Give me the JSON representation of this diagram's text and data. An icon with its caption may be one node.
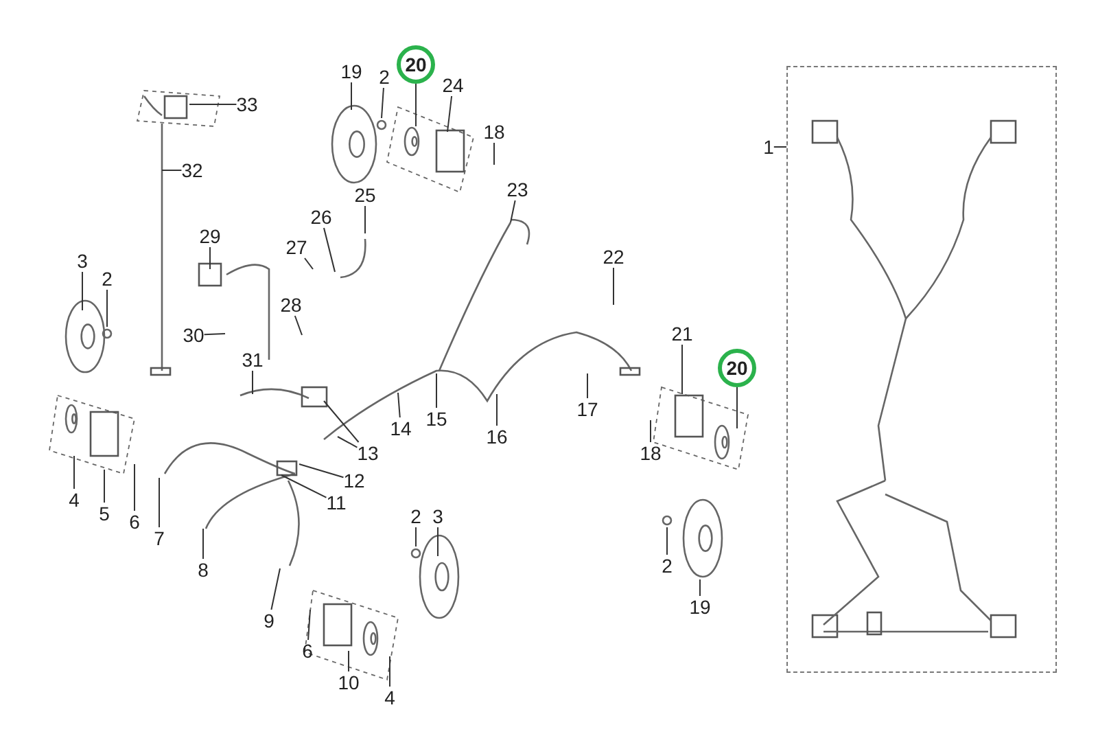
{
  "diagram": {
    "nodes": [
      {
        "text": [
          "33"
        ]
      },
      {
        "text": [
          "32"
        ]
      },
      {
        "text": [
          "19"
        ]
      },
      {
        "text": [
          "2"
        ]
      },
      {
        "text": [
          "20"
        ]
      },
      {
        "text": [
          "24"
        ]
      },
      {
        "text": [
          "18"
        ]
      },
      {
        "text": [
          "23"
        ]
      },
      {
        "text": [
          "25"
        ]
      },
      {
        "text": [
          "26"
        ]
      },
      {
        "text": [
          "27"
        ]
      },
      {
        "text": [
          "29"
        ]
      },
      {
        "text": [
          "3"
        ]
      },
      {
        "text": [
          "2"
        ]
      },
      {
        "text": [
          "28"
        ]
      },
      {
        "text": [
          "30"
        ]
      },
      {
        "text": [
          "31"
        ]
      },
      {
        "text": [
          "22"
        ]
      },
      {
        "text": [
          "21"
        ]
      },
      {
        "text": [
          "20"
        ]
      },
      {
        "text": [
          "13"
        ]
      },
      {
        "text": [
          "14"
        ]
      },
      {
        "text": [
          "15"
        ]
      },
      {
        "text": [
          "16"
        ]
      },
      {
        "text": [
          "17"
        ]
      },
      {
        "text": [
          "18"
        ]
      },
      {
        "text": [
          "12"
        ]
      },
      {
        "text": [
          "11"
        ]
      },
      {
        "text": [
          "4"
        ]
      },
      {
        "text": [
          "5"
        ]
      },
      {
        "text": [
          "6"
        ]
      },
      {
        "text": [
          "7"
        ]
      },
      {
        "text": [
          "8"
        ]
      },
      {
        "text": [
          "9"
        ]
      },
      {
        "text": [
          "2"
        ]
      },
      {
        "text": [
          "3"
        ]
      },
      {
        "text": [
          "6"
        ]
      },
      {
        "text": [
          "10"
        ]
      },
      {
        "text": [
          "4"
        ]
      },
      {
        "text": [
          "2"
        ]
      },
      {
        "text": [
          "19"
        ]
      },
      {
        "text": [
          "1"
        ]
      },
      {
        "text": [],
        "shape": "box"
      }
    ],
    "edges": [
      {
        "from": 0,
        "to": null,
        "arrow": "none"
      },
      {
        "from": 1,
        "to": null,
        "arrow": "none"
      },
      {
        "from": 2,
        "to": null,
        "arrow": "none"
      },
      {
        "from": 3,
        "to": null,
        "arrow": "none"
      },
      {
        "from": 4,
        "to": null,
        "arrow": "none"
      },
      {
        "from": 5,
        "to": null,
        "arrow": "none"
      },
      {
        "from": 6,
        "to": null,
        "arrow": "none"
      },
      {
        "from": 7,
        "to": null,
        "arrow": "none"
      },
      {
        "from": 8,
        "to": null,
        "arrow": "none"
      },
      {
        "from": 9,
        "to": null,
        "arrow": "none"
      },
      {
        "from": 10,
        "to": null,
        "arrow": "none"
      },
      {
        "from": 11,
        "to": null,
        "arrow": "none"
      },
      {
        "from": 12,
        "to": null,
        "arrow": "none"
      },
      {
        "from": 13,
        "to": null,
        "arrow": "none"
      },
      {
        "from": 14,
        "to": null,
        "arrow": "none"
      },
      {
        "from": 15,
        "to": null,
        "arrow": "none"
      },
      {
        "from": 16,
        "to": null,
        "arrow": "none"
      },
      {
        "from": 17,
        "to": null,
        "arrow": "none"
      },
      {
        "from": 18,
        "to": null,
        "arrow": "none"
      },
      {
        "from": 19,
        "to": null,
        "arrow": "none"
      },
      {
        "from": 20,
        "to": null,
        "arrow": "none"
      },
      {
        "from": 20,
        "to": null,
        "arrow": "none"
      },
      {
        "from": 21,
        "to": null,
        "arrow": "none"
      },
      {
        "from": 22,
        "to": null,
        "arrow": "none"
      },
      {
        "from": 23,
        "to": null,
        "arrow": "none"
      },
      {
        "from": 24,
        "to": null,
        "arrow": "none"
      },
      {
        "from": 25,
        "to": null,
        "arrow": "none"
      },
      {
        "from": 26,
        "to": null,
        "arrow": "none"
      },
      {
        "from": 27,
        "to": null,
        "arrow": "none"
      },
      {
        "from": 28,
        "to": null,
        "arrow": "none"
      },
      {
        "from": 29,
        "to": null,
        "arrow": "none"
      },
      {
        "from": 30,
        "to": null,
        "arrow": "none"
      },
      {
        "from": 31,
        "to": null,
        "arrow": "none"
      },
      {
        "from": 32,
        "to": null,
        "arrow": "none"
      },
      {
        "from": 33,
        "to": null,
        "arrow": "none"
      },
      {
        "from": 34,
        "to": null,
        "arrow": "none"
      },
      {
        "from": 35,
        "to": null,
        "arrow": "none"
      },
      {
        "from": 36,
        "to": null,
        "arrow": "none"
      },
      {
        "from": 37,
        "to": null,
        "arrow": "none"
      },
      {
        "from": 38,
        "to": null,
        "arrow": "none"
      },
      {
        "from": 39,
        "to": null,
        "arrow": "none"
      },
      {
        "from": 40,
        "to": null,
        "arrow": "none"
      },
      {
        "from": 41,
        "to": 42,
        "arrow": "none"
      }
    ]
  }
}
